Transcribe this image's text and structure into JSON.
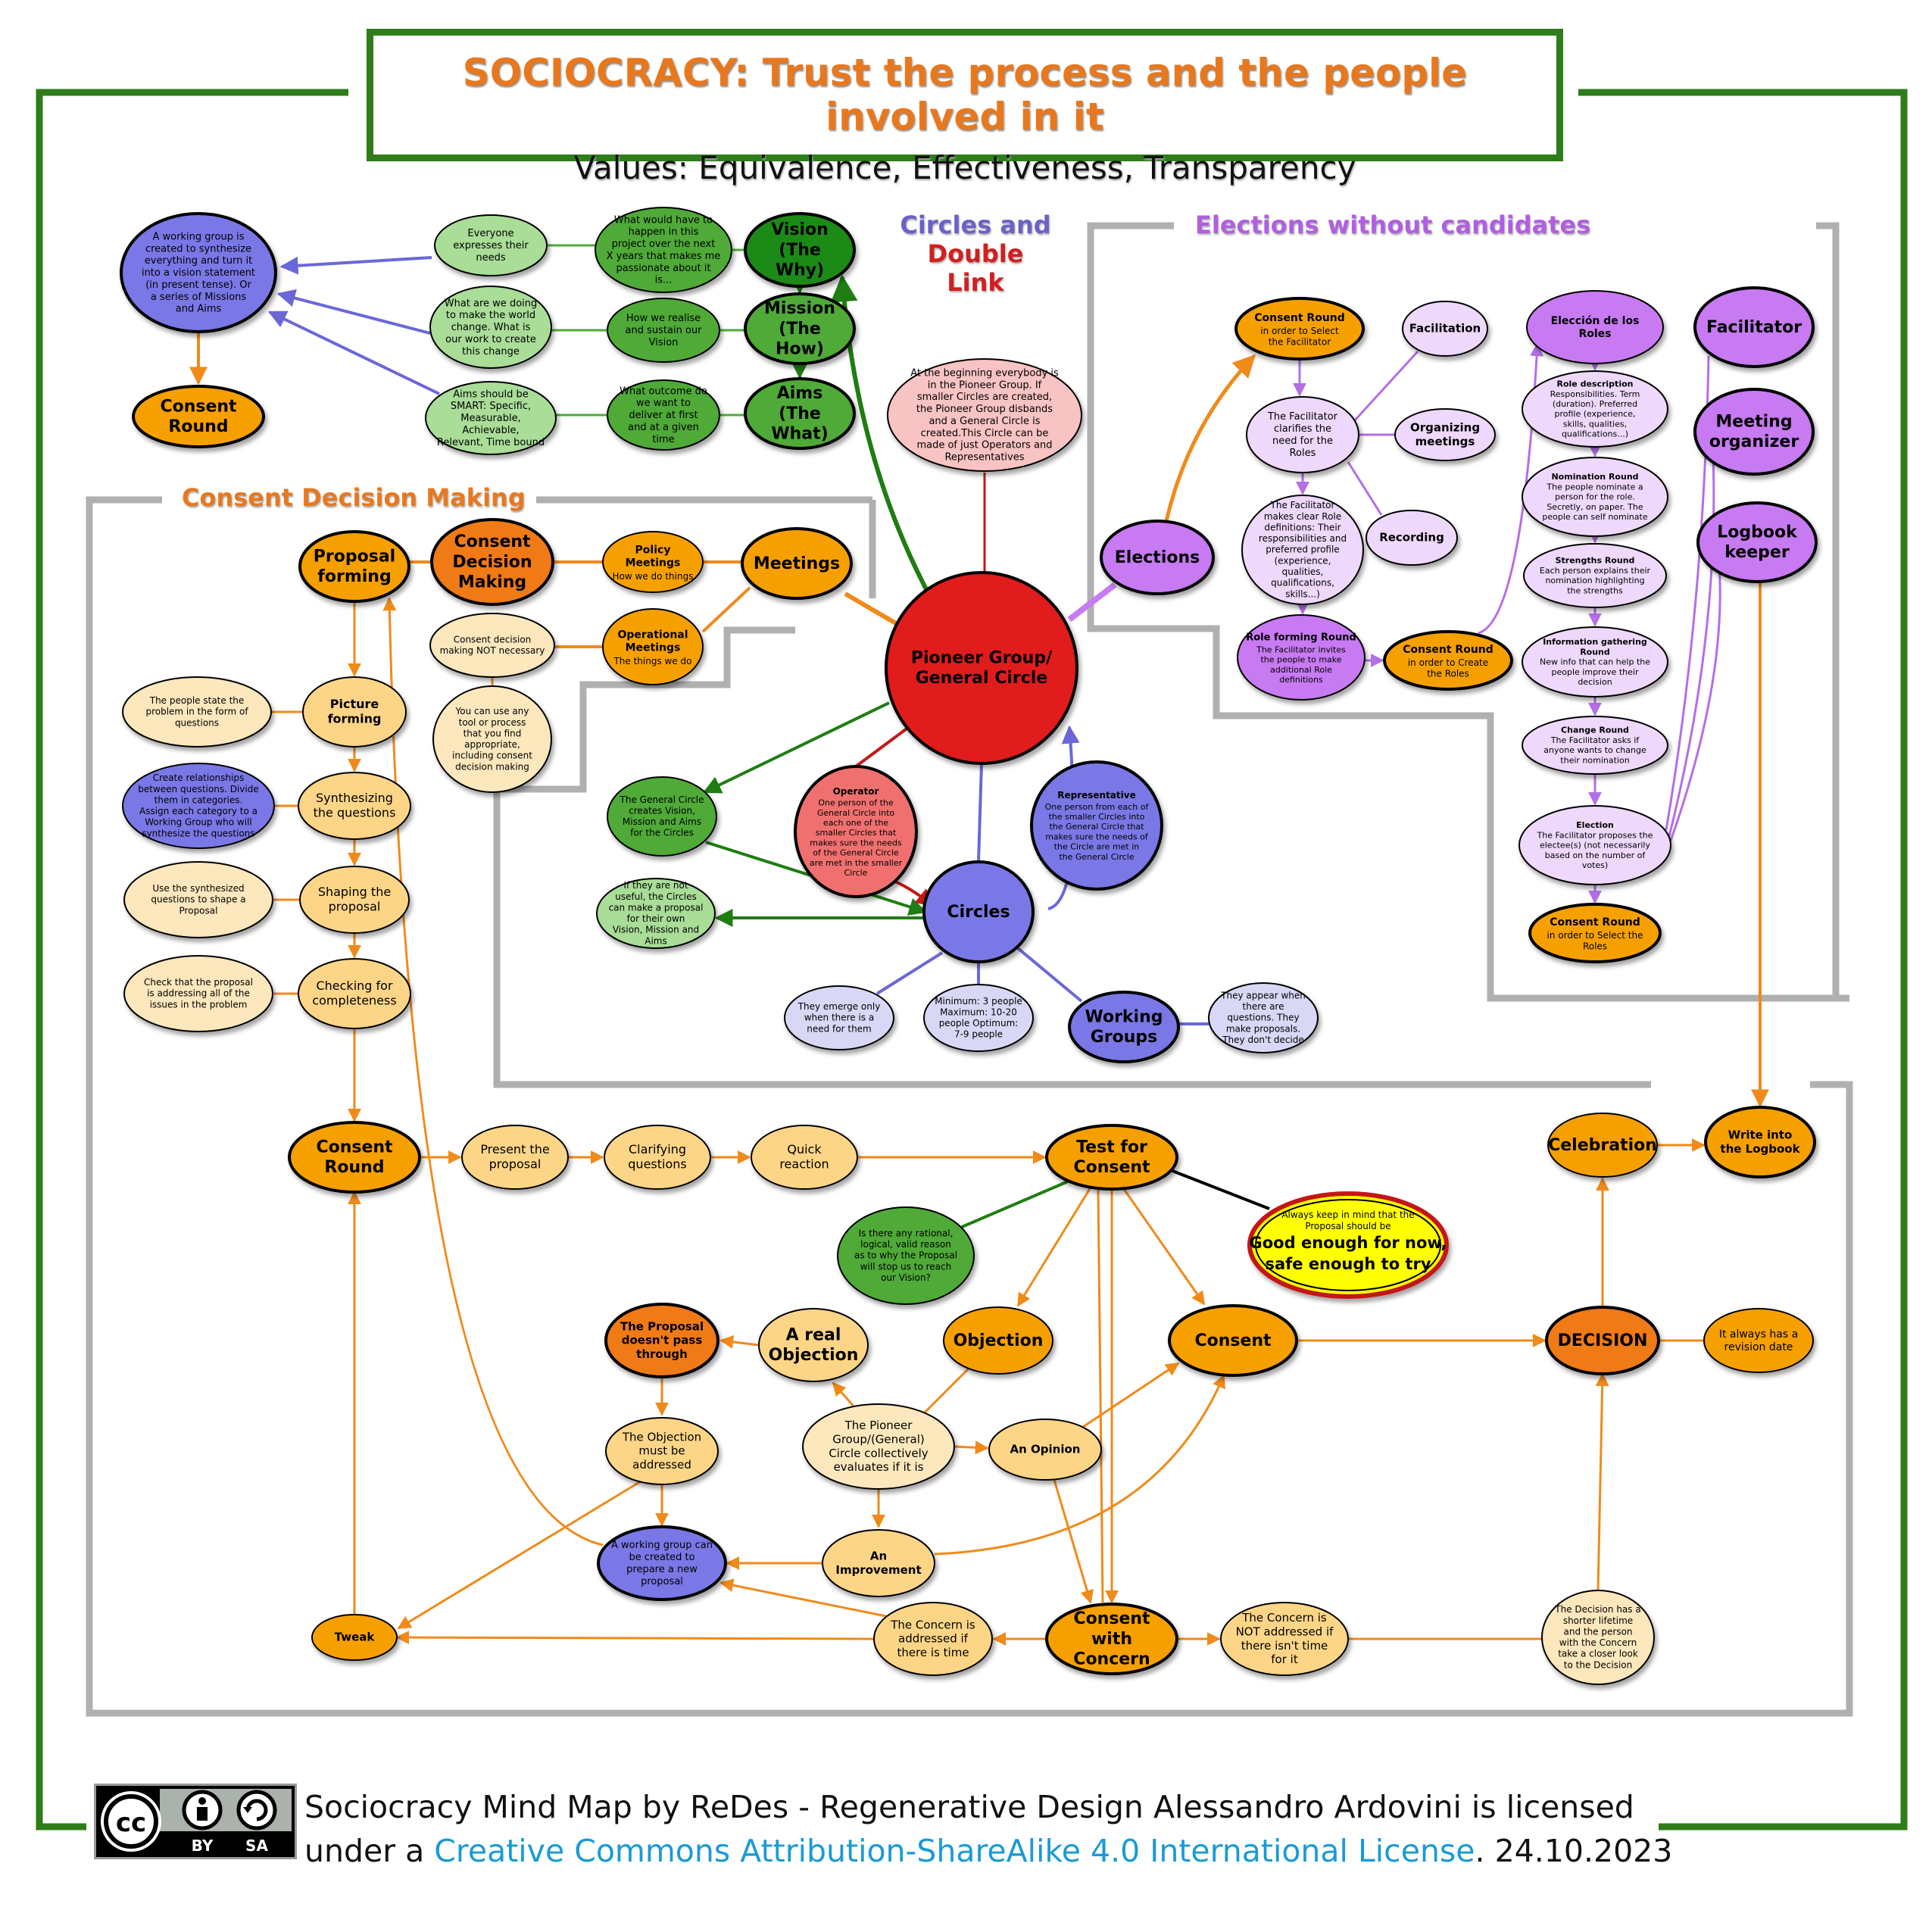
{
  "header": {
    "title": "SOCIOCRACY: Trust the process and the people involved in it",
    "subtitle": "Values: Equivalence, Effectiveness, Transparency"
  },
  "sections": {
    "circles_part1": "Circles and",
    "circles_part2": "Double Link",
    "elections": "Elections without candidates",
    "consent": "Consent Decision Making"
  },
  "colors": {
    "green_frame": "#2e7d1a",
    "grey_frame": "#b0b0b0",
    "orange": "#f6a000",
    "dark_orange": "#f07a14",
    "light_orange": "#fdd587",
    "pale_orange": "#fde7bd",
    "red": "#e01b1b",
    "pink": "#f8c3c3",
    "green_dark": "#1d8a12",
    "green_mid": "#4faa38",
    "green_light": "#a9dd98",
    "blue_dark": "#7a78e6",
    "blue_light": "#d8d8f6",
    "purple": "#c77af2",
    "purple_light": "#eed8fb",
    "yellow": "#ffff00",
    "title_orange": "#e8781e",
    "circles_title": "#6a62c6",
    "double_link": "#d21f1f",
    "elections_title": "#b05fe0",
    "consent_title": "#e8781e"
  },
  "nodes": {
    "working_group_vision": "A working group is created to synthesize everything and turn it into a vision statement (in present tense). Or a series of Missions and Aims",
    "consent_round_top": "Consent Round",
    "everyone_needs": "Everyone expresses their needs",
    "what_doing": "What are we doing to make the world change. What is our work to create this change",
    "smart": "Aims should be SMART: Specific, Measurable, Achievable, Relevant, Time bound",
    "what_happen": "What would have to happen in this project over the next X years that makes me passionate about it is...",
    "realise": "How we realise and sustain our Vision",
    "outcome": "What outcome do we want to deliver at first and at a given time",
    "vision": "Vision (The Why)",
    "mission": "Mission (The How)",
    "aims": "Aims (The What)",
    "pioneer_note": "At the beginning everybody is in the Pioneer Group. If smaller Circles are created, the Pioneer Group disbands and a General Circle is created.This Circle can be made of just Operators and Representatives",
    "pioneer": "Pioneer Group/ General Circle",
    "elections": "Elections",
    "meetings": "Meetings",
    "policy_title": "Policy Meetings",
    "policy_sub": "How we do things",
    "operational_title": "Operational Meetings",
    "operational_sub": "The things we do",
    "cdm": "Consent Decision Making",
    "proposal_forming": "Proposal forming",
    "cdm_not_necessary": "Consent decision making NOT necessary",
    "any_tool": "You can use any tool or process that you find appropriate, including consent decision making",
    "general_creates": "The General Circle creates Vision, Mission and Aims for the Circles",
    "not_useful": "If they are not useful, the Circles can make a proposal for their own Vision, Mission and Aims",
    "operator_title": "Operator",
    "operator_text": "One person of the General Circle into each one of the smaller Circles that makes sure the needs of the General Circle are met in the smaller Circle",
    "representative_title": "Representative",
    "representative_text": "One person from each of the smaller Circles into the General Circle that makes sure the needs of the Circle are met in the General Circle",
    "circles": "Circles",
    "emerge": "They emerge only when there is a need for them",
    "sizes": "Minimum: 3 people Maximum: 10-20 people Optimum: 7-9 people",
    "working_groups": "Working Groups",
    "wg_note": "They appear when there are questions. They make proposals. They don't decide",
    "cr_facilitator_title": "Consent Round",
    "cr_facilitator_sub": "in order to Select the Facilitator",
    "facilitation": "Facilitation",
    "organizing": "Organizing meetings",
    "recording": "Recording",
    "clarifies": "The Facilitator clarifies the need for the Roles",
    "makes_clear": "The Facilitator makes clear Role definitions: Their responsibilities and preferred profile (experience, qualities, qualifications, skills...)",
    "role_forming_title": "Role forming Round",
    "role_forming_text": "The Facilitator invites the people to make additional Role definitions",
    "cr_roles_title": "Consent Round",
    "cr_roles_sub": "in order to Create the Roles",
    "eleccion": "Elección de los Roles",
    "role_desc_title": "Role description",
    "role_desc_text": "Responsibilities. Term (duration). Preferred profile (experience, skills, qualities, qualifications...)",
    "nomination_title": "Nomination Round",
    "nomination_text": "The people nominate a person for the role. Secretly, on paper. The people can self nominate",
    "strengths_title": "Strengths Round",
    "strengths_text": "Each person explains their nomination highlighting the strengths",
    "info_title": "Information gathering Round",
    "info_text": "New info that can help the people improve their decision",
    "change_title": "Change Round",
    "change_text": "The Facilitator asks if anyone wants to change their nomination",
    "election_title": "Election",
    "election_text": "The Facilitator proposes the electee(s) (not necessarily based on the number of votes)",
    "cr_select_title": "Consent Round",
    "cr_select_sub": "in order to Select the Roles",
    "facilitator": "Facilitator",
    "meeting_organizer": "Meeting organizer",
    "logbook_keeper": "Logbook keeper",
    "people_state": "The people state the problem in the form of questions",
    "picture_forming": "Picture forming",
    "relationships": "Create relationships between questions. Divide them in categories. Assign each category to a Working Group who will synthesize the questions",
    "synthesizing": "Synthesizing the questions",
    "use_synth": "Use the synthesized questions to shape a Proposal",
    "shaping": "Shaping the proposal",
    "check_issues": "Check that the proposal is addressing all of the issues in the problem",
    "checking": "Checking for completeness",
    "consent_round": "Consent Round",
    "present": "Present the proposal",
    "clarifying": "Clarifying questions",
    "quick": "Quick reaction",
    "test": "Test for Consent",
    "rational": "Is there any rational, logical, valid reason as to why the Proposal will stop us to reach our Vision?",
    "good_small": "Always keep in mind that the Proposal should be",
    "good_big": "Good enough for now, safe enough to try",
    "objection": "Objection",
    "consent": "Consent",
    "decision": "DECISION",
    "revision": "It always has a revision date",
    "celebration": "Celebration",
    "logbook": "Write into the Logbook",
    "real_objection": "A real Objection",
    "not_pass": "The Proposal doesn't pass through",
    "must_address": "The Objection must be addressed",
    "pioneer_evaluates": "The Pioneer Group/(General) Circle collectively evaluates if it is",
    "opinion": "An Opinion",
    "improvement": "An Improvement",
    "wg_new_proposal": "A working group can be created to prepare a new proposal",
    "tweak": "Tweak",
    "concern_addressed": "The Concern is addressed if there is time",
    "consent_concern": "Consent with Concern",
    "concern_not": "The Concern is NOT addressed if there isn't time for it",
    "shorter": "The Decision has a shorter lifetime and the person with the Concern take a closer look to the Decision"
  },
  "footer": {
    "badge_by": "BY",
    "badge_sa": "SA",
    "text_prefix": "Sociocracy Mind Map by ReDes - Regenerative Design Alessandro Ardovini is licensed under a ",
    "link_text": "Creative Commons Attribution-ShareAlike 4.0 International License",
    "text_suffix": ". 24.10.2023"
  }
}
